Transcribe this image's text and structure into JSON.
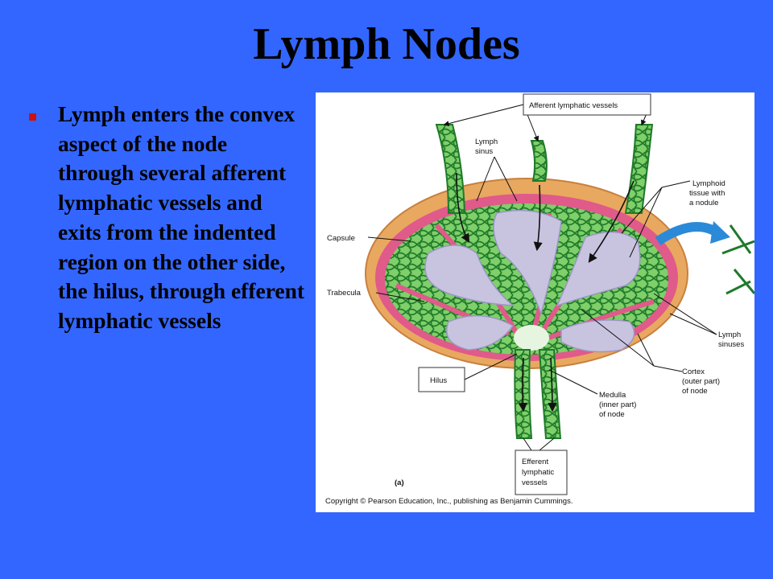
{
  "slide": {
    "title": "Lymph Nodes",
    "bullet_text": "Lymph enters the convex aspect of the node through several afferent lymphatic vessels and exits from the indented region on the other side, the hilus, through efferent lymphatic vessels"
  },
  "figure": {
    "labels": {
      "afferent": "Afferent lymphatic vessels",
      "lymph_sinus_line1": "Lymph",
      "lymph_sinus_line2": "sinus",
      "lymphoid_line1": "Lymphoid",
      "lymphoid_line2": "tissue with",
      "lymphoid_line3": "a nodule",
      "capsule": "Capsule",
      "trabecula": "Trabecula",
      "lymph_sinuses_line1": "Lymph",
      "lymph_sinuses_line2": "sinuses",
      "hilus": "Hilus",
      "cortex_line1": "Cortex",
      "cortex_line2": "(outer part)",
      "cortex_line3": "of node",
      "medulla_line1": "Medulla",
      "medulla_line2": "(inner part)",
      "medulla_line3": "of node",
      "efferent_line1": "Efferent",
      "efferent_line2": "lymphatic",
      "efferent_line3": "vessels",
      "panel_letter": "(a)",
      "copyright": "Copyright © Pearson Education, Inc., publishing as Benjamin Cummings."
    },
    "colors": {
      "background": "#3366ff",
      "capsule": "#e8a860",
      "trabecula_pink": "#e05a8a",
      "tissue_green": "#2e9e3a",
      "sinus_lavender": "#c8c4e0",
      "arrow_blue": "#2a8ad8",
      "bullet_red": "#cc1111"
    }
  }
}
